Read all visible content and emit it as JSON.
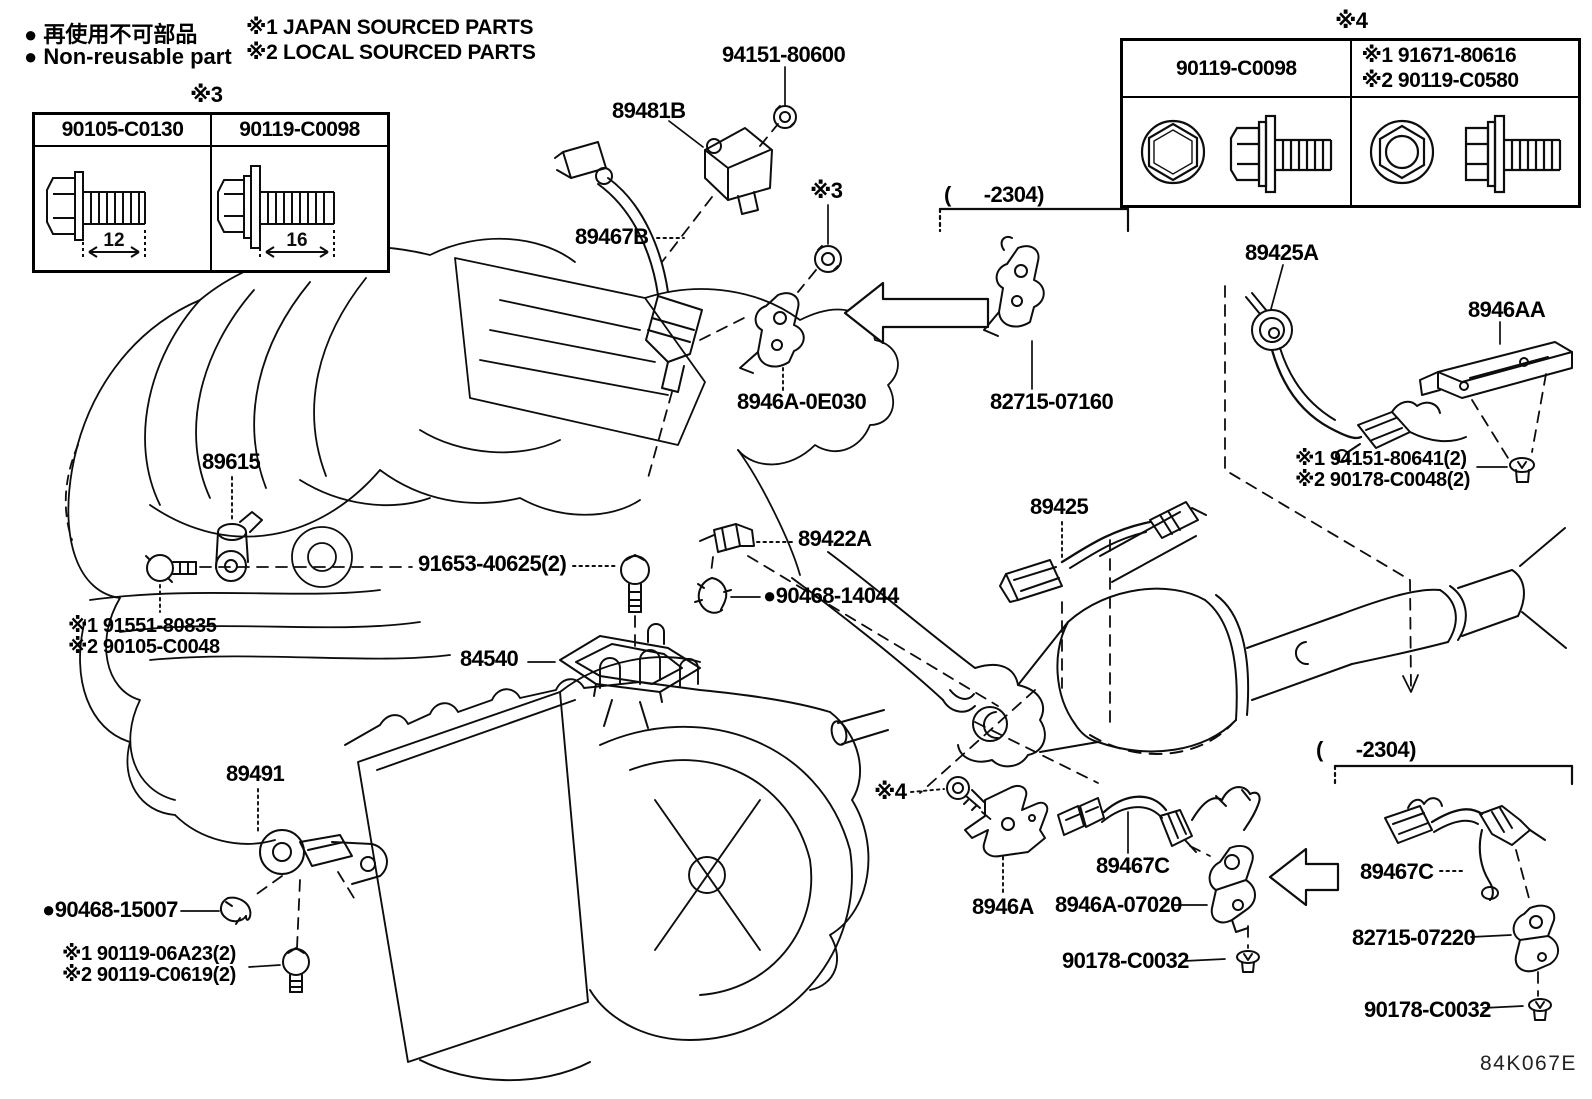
{
  "legend": {
    "reuse_jp": "● 再使用不可部品",
    "reuse_en": "● Non-reusable part",
    "note1": "※1 JAPAN SOURCED PARTS",
    "note2": "※2 LOCAL SOURCED PARTS"
  },
  "table3": {
    "caption": "※3",
    "col1": {
      "part": "90105-C0130",
      "dim": "12"
    },
    "col2": {
      "part": "90119-C0098",
      "dim": "16"
    }
  },
  "table4": {
    "caption": "※4",
    "col1": {
      "part": "90119-C0098"
    },
    "col2": {
      "line1": "※1 91671-80616",
      "line2": "※2 90119-C0580"
    }
  },
  "callouts": {
    "nut_94151_80600": "94151-80600",
    "sensor_89481b": "89481B",
    "sensor_89467b": "89467B",
    "ref3_mark": "※3",
    "range_2304_top": "(      -2304)",
    "bracket_8946a_0e030": "8946A-0E030",
    "bracket_82715_07160": "82715-07160",
    "sensor_89425a": "89425A",
    "bracket_8946aa": "8946AA",
    "clip_94151_80641": "※1 94151-80641(2)",
    "clip_90178_c0048": "※2 90178-C0048(2)",
    "sensor_89425": "89425",
    "sensor_89615": "89615",
    "bolt_91551_80835": "※1 91551-80835",
    "bolt_90105_c0048": "※2 90105-C0048",
    "sensor_89422a": "89422A",
    "bolt_91653_40625": "91653-40625(2)",
    "clamp_90468_14044": "●90468-14044",
    "switch_84540": "84540",
    "sensor_89491": "89491",
    "clamp_90468_15007": "●90468-15007",
    "bolt_90119_06a23": "※1 90119-06A23(2)",
    "bolt_90119_c0619": "※2 90119-C0619(2)",
    "ref4_mark": "※4",
    "bracket_8946a": "8946A",
    "sensor_89467c_mid": "89467C",
    "bracket_8946a_07020": "8946A-07020",
    "nut_90178_c0032_mid": "90178-C0032",
    "range_2304_right": "(      -2304)",
    "sensor_89467c_right": "89467C",
    "bracket_82715_07220": "82715-07220",
    "nut_90178_c0032_right": "90178-C0032",
    "figure_code": "84K067E"
  }
}
